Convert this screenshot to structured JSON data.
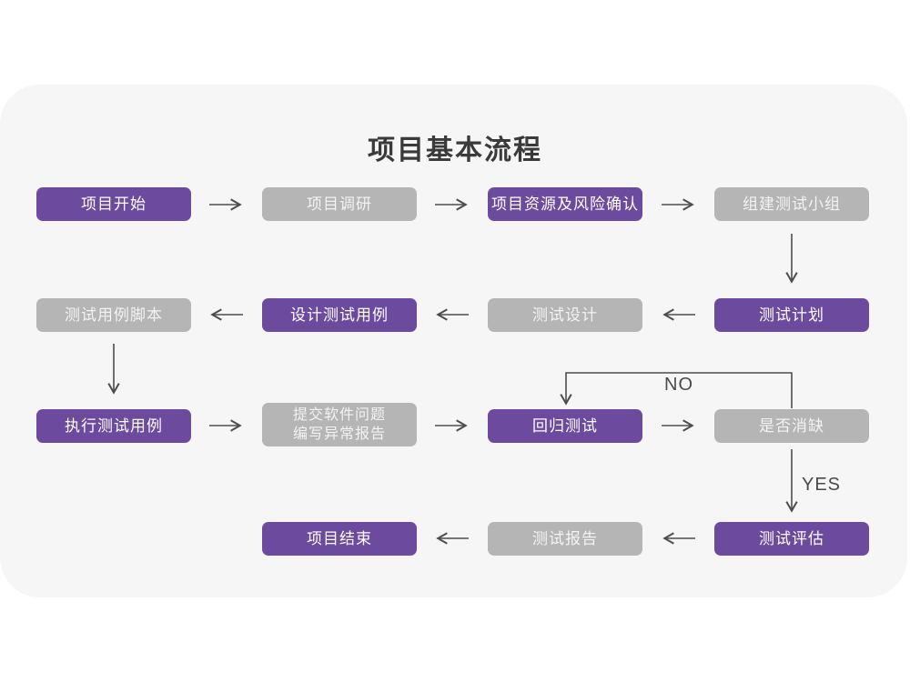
{
  "title": "项目基本流程",
  "colors": {
    "accent_purple": "#6c4a9e",
    "node_gray": "#b5b5b5",
    "card_background": "#f6f6f7",
    "arrow": "#4d4d4d",
    "title_text": "#3a3a3a",
    "node_text": "#ffffff",
    "edge_label_text": "#4a4a4a"
  },
  "flowchart": {
    "nodes": [
      {
        "id": "project-start",
        "label": "项目开始",
        "type": "primary"
      },
      {
        "id": "project-research",
        "label": "项目调研",
        "type": "secondary"
      },
      {
        "id": "resource-risk-confirm",
        "label": "项目资源及风险确认",
        "type": "primary"
      },
      {
        "id": "build-test-team",
        "label": "组建测试小组",
        "type": "secondary"
      },
      {
        "id": "test-plan",
        "label": "测试计划",
        "type": "primary"
      },
      {
        "id": "test-design",
        "label": "测试设计",
        "type": "secondary"
      },
      {
        "id": "design-test-cases",
        "label": "设计测试用例",
        "type": "primary"
      },
      {
        "id": "test-case-scripts",
        "label": "测试用例脚本",
        "type": "secondary"
      },
      {
        "id": "execute-test-cases",
        "label": "执行测试用例",
        "type": "primary"
      },
      {
        "id": "submit-issues-report",
        "label": "提交软件问题\n编写异常报告",
        "type": "secondary"
      },
      {
        "id": "regression-test",
        "label": "回归测试",
        "type": "primary"
      },
      {
        "id": "defect-cleared",
        "label": "是否消缺",
        "type": "secondary"
      },
      {
        "id": "test-evaluation",
        "label": "测试评估",
        "type": "primary"
      },
      {
        "id": "test-report",
        "label": "测试报告",
        "type": "secondary"
      },
      {
        "id": "project-end",
        "label": "项目结束",
        "type": "primary"
      }
    ],
    "edge_labels": {
      "no": "NO",
      "yes": "YES"
    }
  }
}
